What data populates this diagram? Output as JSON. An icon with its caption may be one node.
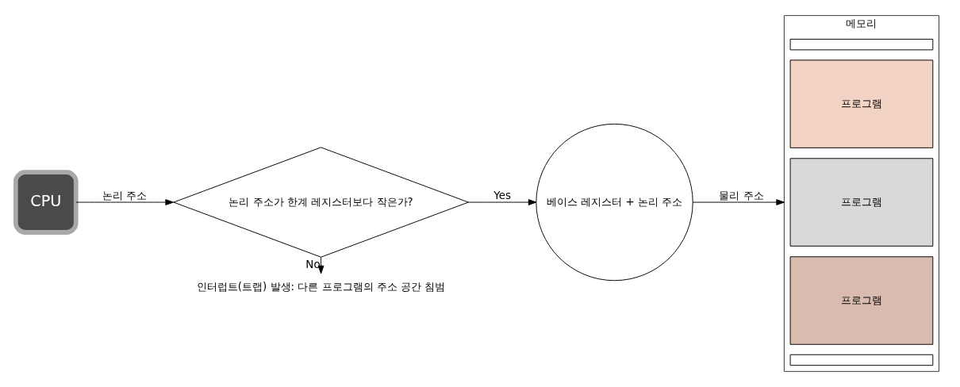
{
  "diagram": {
    "nodes": [
      {
        "text": [
          "CPU"
        ]
      },
      {
        "text": [
          "논리 주소가 한계 레지스터보다 작은가?"
        ]
      },
      {
        "text": [
          "베이스 레지스터 + 논리 주소"
        ]
      },
      {
        "text": [
          "메모리"
        ]
      },
      {
        "text": [],
        "shape": "box",
        "in": 3
      },
      {
        "text": [
          "프로그램"
        ],
        "in": 3
      },
      {
        "text": [
          "프로그램"
        ],
        "in": 3
      },
      {
        "text": [
          "프로그램"
        ],
        "in": 3
      },
      {
        "text": [],
        "shape": "box",
        "in": 3
      },
      {
        "text": [
          "인터럽트(트랩) 발생: 다른 프로그램의 주소 공간 침범"
        ]
      }
    ],
    "edges": [
      {
        "from": 0,
        "to": 1,
        "arrow": "to",
        "label": "논리 주소"
      },
      {
        "from": 1,
        "to": 2,
        "arrow": "to",
        "label": "Yes"
      },
      {
        "from": 2,
        "to": 3,
        "arrow": "to",
        "label": "물리 주소"
      },
      {
        "from": 1,
        "to": 9,
        "arrow": "to",
        "label": "No"
      }
    ]
  }
}
